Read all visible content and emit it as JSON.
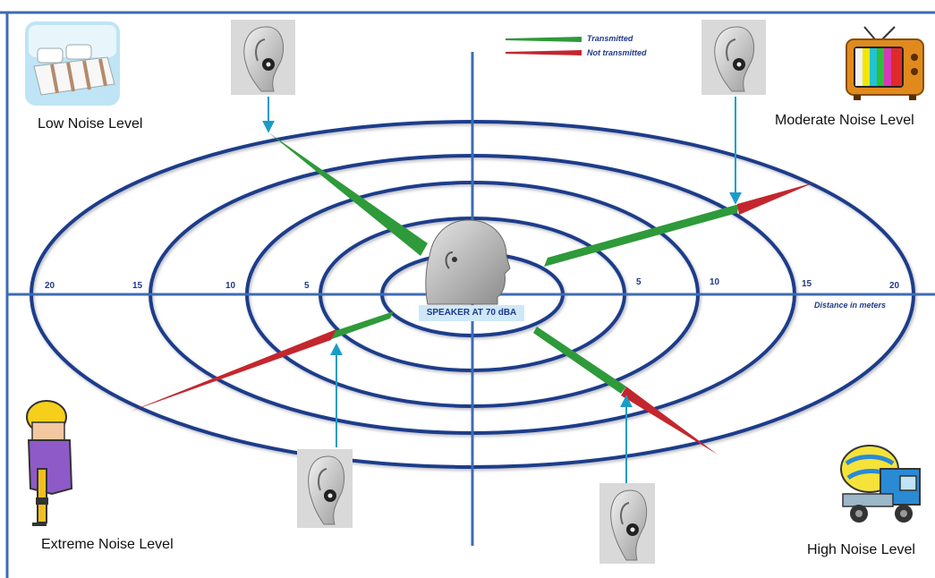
{
  "labels": {
    "low": "Low Noise Level",
    "moderate": "Moderate Noise Level",
    "extreme": "Extreme Noise Level",
    "high": "High Noise Level",
    "speaker": "SPEAKER AT 70 dBA",
    "distance_caption": "Distance in meters"
  },
  "legend": {
    "transmitted": "Transmitted",
    "not_transmitted": "Not transmitted"
  },
  "ticks": {
    "left": [
      "20",
      "15",
      "10",
      "5"
    ],
    "right": [
      "5",
      "10",
      "15",
      "20"
    ]
  },
  "colors": {
    "ring": "#1e3e8a",
    "axis": "#3d6cb4",
    "transmitted": "#2e9a3a",
    "not_transmitted": "#c4262e",
    "arrow": "#1a9cc9",
    "text_blue": "#1f3a8a",
    "speaker_bg": "#cfe8f7"
  },
  "icons": [
    "bedroom-icon",
    "television-icon",
    "construction-worker-icon",
    "cement-mixer-truck-icon",
    "ear-icon",
    "speaker-head-icon"
  ]
}
